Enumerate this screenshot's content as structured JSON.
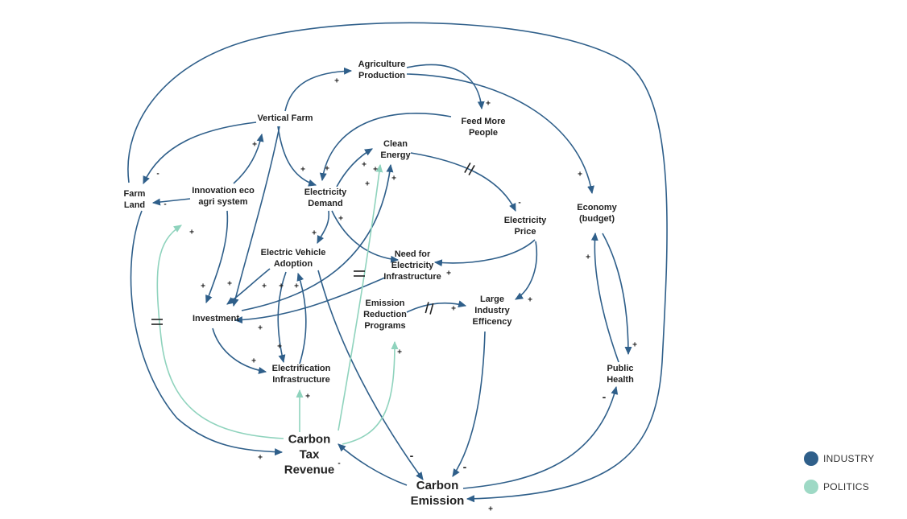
{
  "colors": {
    "industry": "#2f5f8a",
    "politics": "#8fd3bd"
  },
  "nodes": {
    "agriculture_production": [
      "Agriculture",
      "Production"
    ],
    "vertical_farm": [
      "Vertical Farm"
    ],
    "feed_more_people": [
      "Feed More",
      "People"
    ],
    "clean_energy": [
      "Clean",
      "Energy"
    ],
    "farm_land": [
      "Farm",
      "Land"
    ],
    "innovation": [
      "Innovation eco",
      "agri system"
    ],
    "electricity_demand": [
      "Electricity",
      "Demand"
    ],
    "electricity_price": [
      "Electricity",
      "Price"
    ],
    "economy": [
      "Economy",
      "(budget)"
    ],
    "ev_adoption": [
      "Electric Vehicle",
      "Adoption"
    ],
    "need_infra": [
      "Need for",
      "Electricity",
      "Infrastructure"
    ],
    "emission_programs": [
      "Emission",
      "Reduction",
      "Programs"
    ],
    "large_industry": [
      "Large",
      "Industry",
      "Efficency"
    ],
    "investment": [
      "Investment"
    ],
    "electrification": [
      "Electrification",
      "Infrastructure"
    ],
    "public_health": [
      "Public",
      "Health"
    ],
    "carbon_tax": [
      "Carbon",
      "Tax",
      "Revenue"
    ],
    "carbon_emission": [
      "Carbon",
      "Emission"
    ]
  },
  "legend": {
    "industry": "INDUSTRY",
    "politics": "POLITICS"
  },
  "signs": {
    "plus": "+",
    "minus": "-"
  }
}
